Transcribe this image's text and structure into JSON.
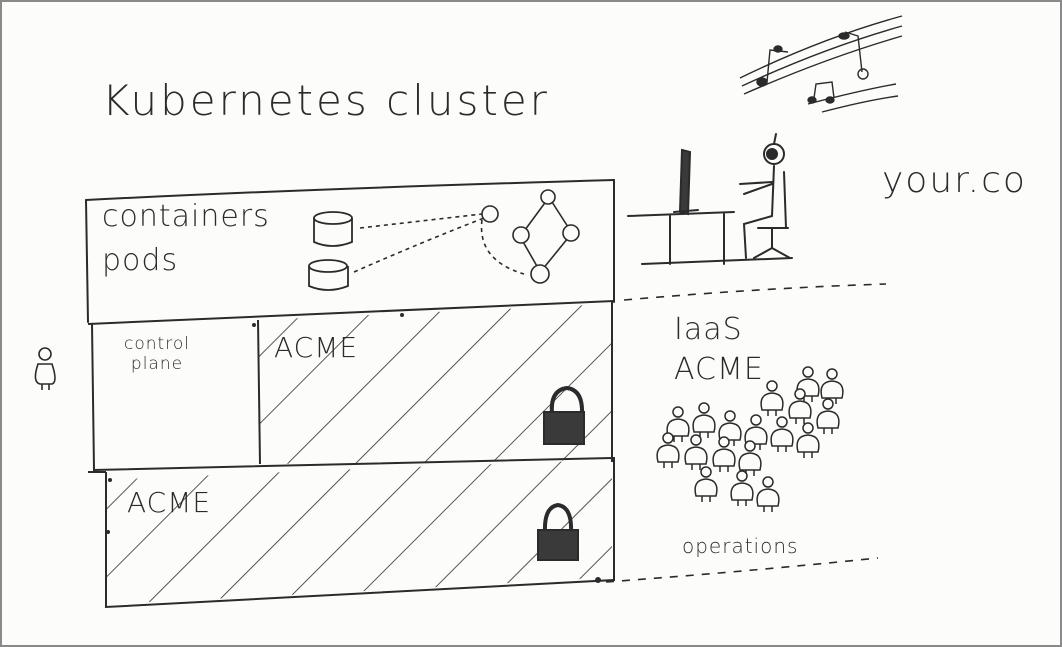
{
  "title": "Kubernetes cluster",
  "brand": "your.co",
  "workload_layer": {
    "label_line1": "containers",
    "label_line2": "pods"
  },
  "control_plane": {
    "label": "control plane",
    "vendor": "ACME",
    "locked": true
  },
  "nodes_layer": {
    "vendor": "ACME",
    "locked": true
  },
  "provider": {
    "label_line1": "IaaS",
    "label_line2": "ACME",
    "team_label": "operations"
  },
  "colors": {
    "ink": "#2b2b2b",
    "lock_fill": "#3a3a3a",
    "background": "#fcfcfb"
  },
  "icons": [
    "music-notes-icon",
    "developer-at-desk-icon",
    "container-icon",
    "pod-graph-icon",
    "lock-icon",
    "person-icon",
    "crowd-icon"
  ]
}
